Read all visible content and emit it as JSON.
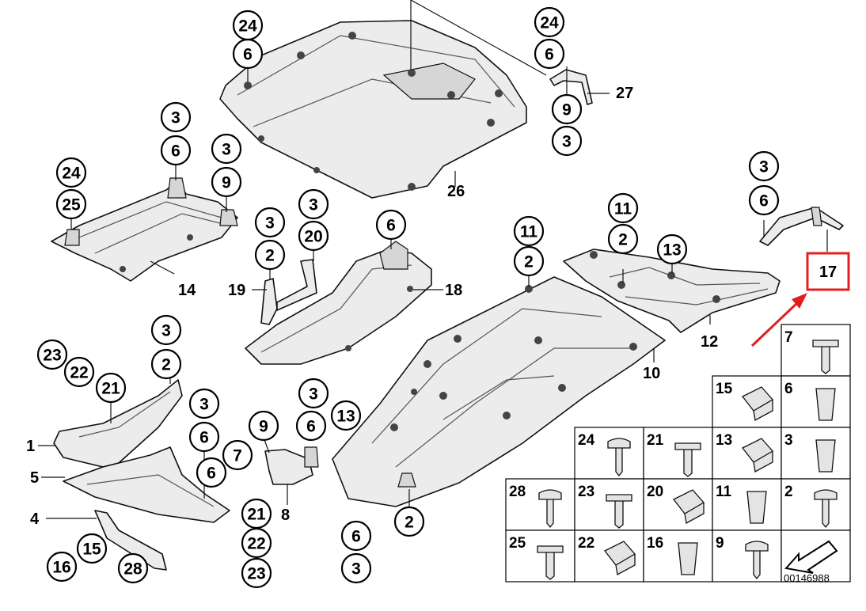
{
  "callouts": {
    "c24a": "24",
    "c6a": "6",
    "c24b": "24",
    "c6b": "6",
    "c9b": "9",
    "c3b": "3",
    "c3c": "3",
    "c6c": "6",
    "c3d": "3",
    "c9d": "9",
    "c24c": "24",
    "c25c": "25",
    "c3e": "3",
    "c2e": "2",
    "c3f": "3",
    "c20f": "20",
    "c6g": "6",
    "c11a": "11",
    "c2a": "2",
    "c11b": "11",
    "c2b": "2",
    "c13b": "13",
    "c3h": "3",
    "c6h": "6",
    "c3i": "3",
    "c2i": "2",
    "c23i": "23",
    "c22i": "22",
    "c21i": "21",
    "c3j": "3",
    "c6j": "6",
    "c7j": "7",
    "c6k": "6",
    "c9l": "9",
    "c3l": "3",
    "c6l": "6",
    "c13l": "13",
    "c21m": "21",
    "c22m": "22",
    "c23m": "23",
    "c6n": "6",
    "c3n": "3",
    "c2n": "2",
    "c15o": "15",
    "c16o": "16",
    "c28o": "28"
  },
  "labels": {
    "l26": "26",
    "l27": "27",
    "l14": "14",
    "l18": "18",
    "l19": "19",
    "l12": "12",
    "l10": "10",
    "l1": "1",
    "l5": "5",
    "l4": "4",
    "l8": "8"
  },
  "highlight": {
    "label": "17",
    "color": "#e02020"
  },
  "fastener_grid": [
    {
      "num": "7"
    },
    {
      "num": "15"
    },
    {
      "num": "6"
    },
    {
      "num": "24"
    },
    {
      "num": "21"
    },
    {
      "num": "13"
    },
    {
      "num": "3"
    },
    {
      "num": "28"
    },
    {
      "num": "23"
    },
    {
      "num": "20"
    },
    {
      "num": "11"
    },
    {
      "num": "2"
    },
    {
      "num": "25"
    },
    {
      "num": "22"
    },
    {
      "num": "16"
    },
    {
      "num": "9"
    }
  ],
  "diagram_code": "00146988"
}
